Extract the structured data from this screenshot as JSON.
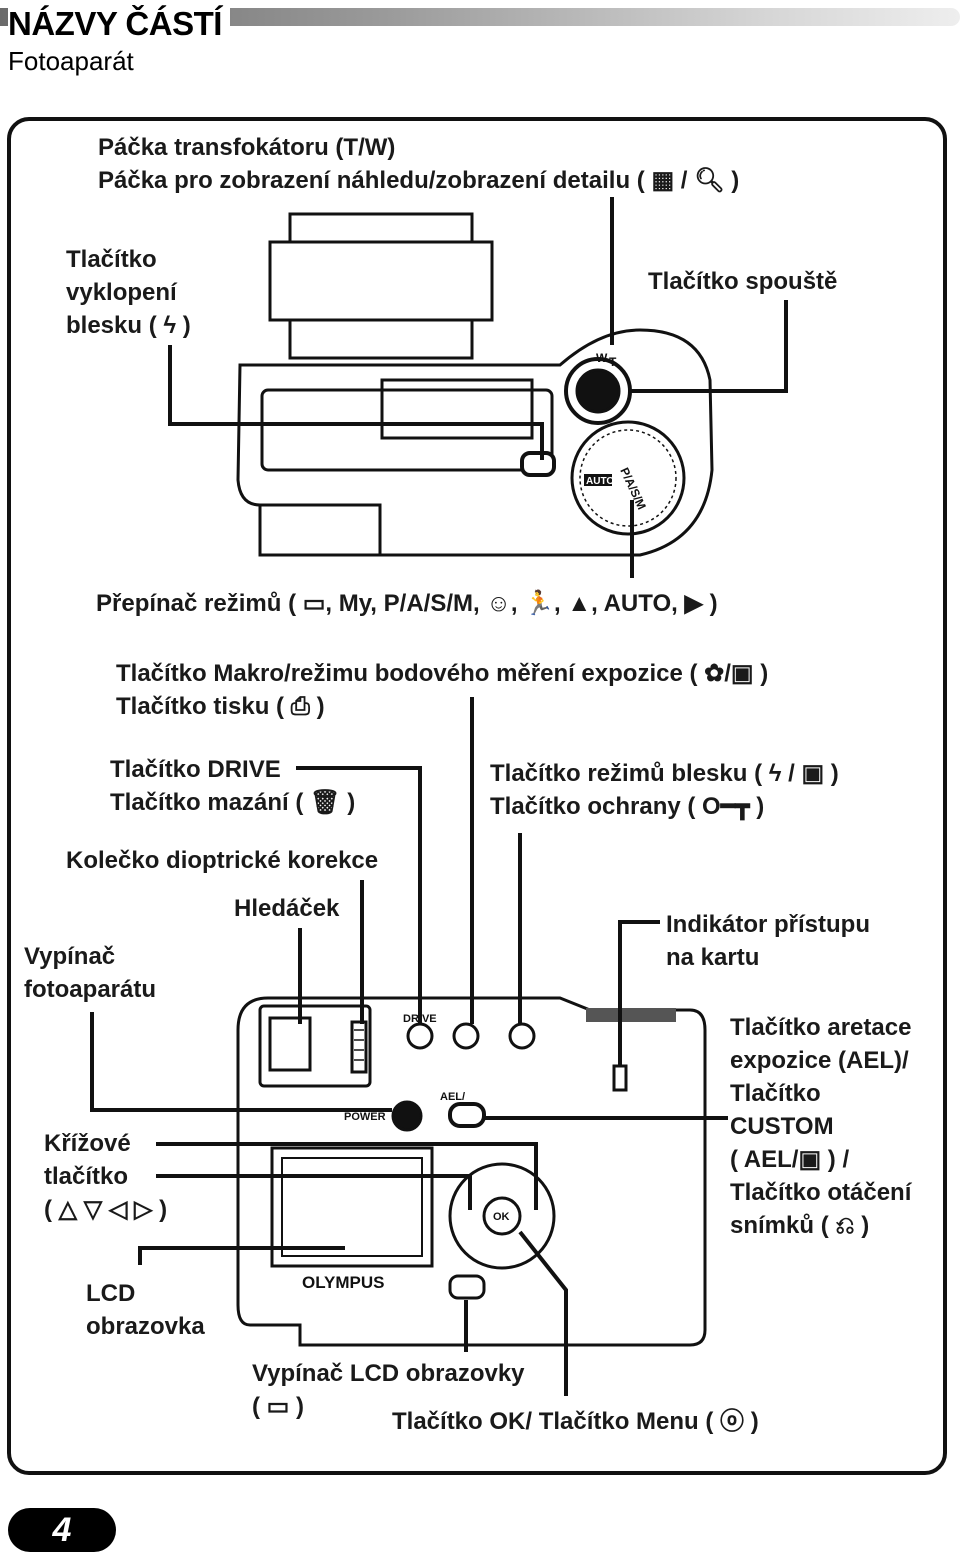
{
  "header": {
    "title": "NÁZVY ČÁSTÍ",
    "subtitle": "Fotoaparát"
  },
  "labels": {
    "zoom_lever": "Páčka transfokátoru (T/W)",
    "index_lever": "Páčka pro zobrazení náhledu/zobrazení detailu ( ▦ / 🔍︎ )",
    "flash_popup_1": "Tlačítko",
    "flash_popup_2": "vyklopení",
    "flash_popup_3": "blesku ( ϟ )",
    "shutter": "Tlačítko spouště",
    "mode_dial": "Přepínač režimů ( ▭, My, P/A/S/M, ☺, 🏃, ▲, AUTO, ▶ )",
    "macro_spot": "Tlačítko Makro/režimu bodového měření expozice ( ✿/▣ )",
    "print": "Tlačítko tisku ( ⎙ )",
    "drive": "Tlačítko DRIVE",
    "erase": "Tlačítko mazání ( 🗑 )",
    "flash_mode": "Tlačítko režimů blesku ( ϟ / ▣ )",
    "protect": "Tlačítko ochrany ( O━┳ )",
    "diopter": "Kolečko dioptrické korekce",
    "viewfinder": "Hledáček",
    "power_1": "Vypínač",
    "power_2": "fotoaparátu",
    "card_access_1": "Indikátor přístupu",
    "card_access_2": "na kartu",
    "ael_1": "Tlačítko aretace",
    "ael_2": "expozice (AEL)/",
    "ael_3": "Tlačítko",
    "ael_4": "CUSTOM",
    "ael_5": "( AEL/▣ ) /",
    "ael_6": "Tlačítko otáčení",
    "ael_7": "snímků ( ⎌ )",
    "arrow_pad_1": "Křížové",
    "arrow_pad_2": "tlačítko",
    "arrow_pad_3": "( △ ▽ ◁ ▷ )",
    "lcd_1": "LCD",
    "lcd_2": "obrazovka",
    "lcd_switch_1": "Vypínač LCD obrazovky",
    "lcd_switch_2": "( ▭ )",
    "ok_menu": "Tlačítko OK/ Tlačítko Menu ( ⓞ )"
  },
  "camera_markings": {
    "drive": "DRIVE",
    "power": "POWER",
    "ael": "AEL/",
    "ok": "OK",
    "brand": "OLYMPUS",
    "auto": "AUTO",
    "zoom_w": "W",
    "zoom_t": "T",
    "dial_pasm": "P/A/S/M"
  },
  "page": {
    "number": "4"
  }
}
